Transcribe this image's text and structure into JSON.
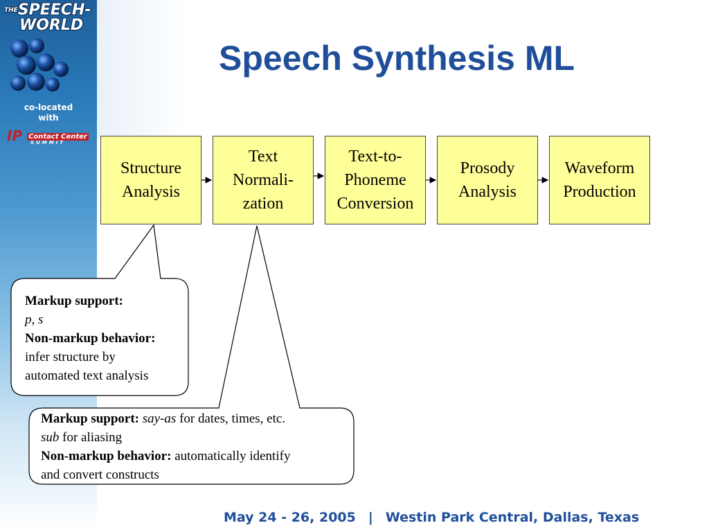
{
  "title": "Speech Synthesis ML",
  "sidebar": {
    "logo_prefix": "THE",
    "logo_line1": "SPEECH-",
    "logo_line2": "WORLD",
    "colocated_line1": "co-located",
    "colocated_line2": "with",
    "partner_logo": "IP",
    "partner_logo_text": "Contact Center",
    "partner_logo_sub": "SUMMIT"
  },
  "pipeline": [
    {
      "label": "Structure Analysis"
    },
    {
      "label": "Text Normali-zation"
    },
    {
      "label": "Text-to-Phoneme Conversion"
    },
    {
      "label": "Prosody Analysis"
    },
    {
      "label": "Waveform Production"
    }
  ],
  "callout1": {
    "markup_heading": "Markup support:",
    "markup_items": "p",
    "markup_sep": ", ",
    "markup_items2": "s",
    "nonmarkup_heading": "Non-markup behavior:",
    "nonmarkup_text1": "infer structure by",
    "nonmarkup_text2": "automated text analysis"
  },
  "callout2": {
    "markup_heading": "Markup support:",
    "markup_elem1": "say-as",
    "markup_text1": " for dates, times, etc.",
    "markup_elem2": "sub",
    "markup_text2": " for aliasing",
    "nonmarkup_heading": "Non-markup behavior:",
    "nonmarkup_text1": " automatically identify",
    "nonmarkup_text2": "and convert constructs"
  },
  "footer": {
    "dates": "May 24 - 26, 2005",
    "separator": "|",
    "venue": "Westin Park Central, Dallas, Texas"
  },
  "colors": {
    "title": "#1f4e9a",
    "box_fill": "#ffff99",
    "sidebar": "#2a79b8"
  }
}
